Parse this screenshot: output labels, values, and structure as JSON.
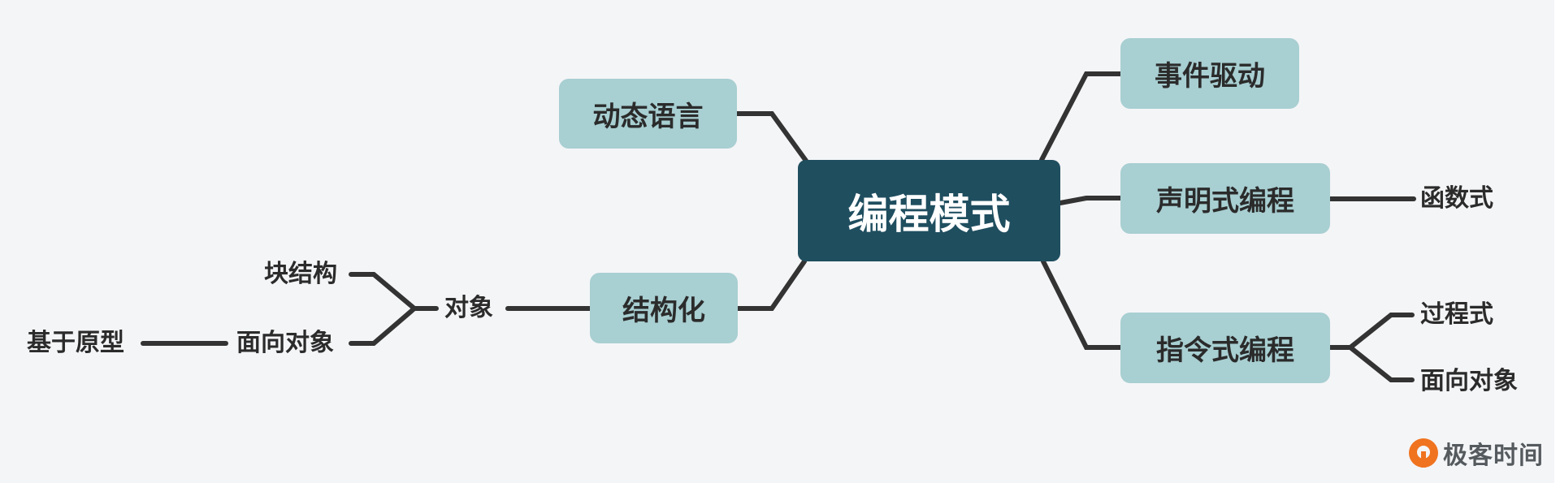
{
  "diagram": {
    "type": "mindmap",
    "root": {
      "label": "编程模式"
    },
    "left_branches": [
      {
        "label": "动态语言",
        "children": []
      },
      {
        "label": "结构化",
        "children": [
          {
            "label": "对象",
            "children": [
              {
                "label": "块结构",
                "children": []
              },
              {
                "label": "面向对象",
                "children": [
                  {
                    "label": "基于原型",
                    "children": []
                  }
                ]
              }
            ]
          }
        ]
      }
    ],
    "right_branches": [
      {
        "label": "事件驱动",
        "children": []
      },
      {
        "label": "声明式编程",
        "children": [
          {
            "label": "函数式",
            "children": []
          }
        ]
      },
      {
        "label": "指令式编程",
        "children": [
          {
            "label": "过程式",
            "children": []
          },
          {
            "label": "面向对象",
            "children": []
          }
        ]
      }
    ]
  },
  "colors": {
    "background": "#f4f5f7",
    "root_fill": "#1f4e5f",
    "root_text": "#ffffff",
    "branch_fill": "#a8cfd2",
    "text": "#2b2b2b",
    "connector": "#333333",
    "logo_accent": "#f0731f"
  },
  "watermark": {
    "label": "极客时间",
    "icon": "geektime-logo-icon"
  }
}
